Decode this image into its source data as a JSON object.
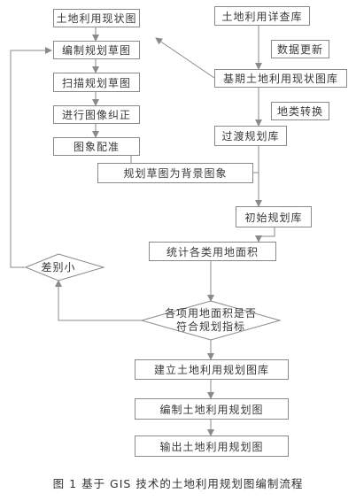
{
  "nodes": {
    "status_map": "土地利用现状图",
    "detail_db": "土地利用详查库",
    "data_update": "数据更新",
    "draft_map": "编制规划草图",
    "base_db": "基期土地利用现状图库",
    "scan_map": "扫描规划草图",
    "landtype_conv": "地类转换",
    "rectify": "进行图像纠正",
    "transition_db": "过渡规划库",
    "registration": "图象配准",
    "draft_bg": "规划草图为背景图象",
    "initial_db": "初始规划库",
    "stat_area": "统计各类用地面积",
    "diff_small": "差别小",
    "check_line1": "各项用地面积是否",
    "check_line2": "符合规划指标",
    "build_db": "建立土地利用规划图库",
    "compile_map": "编制土地利用规划图",
    "output_map": "输出土地利用规划图"
  },
  "caption": "图 1   基于 GIS 技术的土地利用规划图编制流程",
  "colors": {
    "line": "#8a8a8a",
    "text": "#333333"
  }
}
